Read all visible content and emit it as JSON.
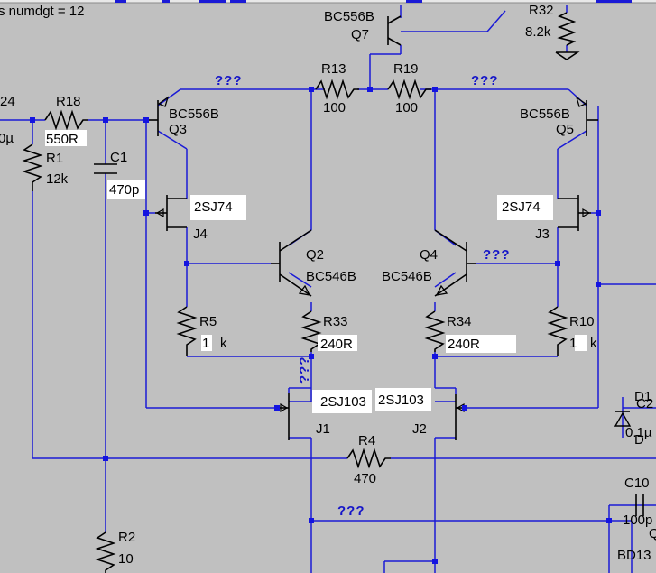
{
  "header": {
    "fragment": "s numdgt = 12"
  },
  "labels": {
    "q7_model": "BC556B",
    "q7_name": "Q7",
    "r32_name": "R32",
    "r32_value": "8.2k",
    "r13_name": "R13",
    "r13_value": "100",
    "r19_name": "R19",
    "r19_value": "100",
    "net_question": "???",
    "left_net_fragment": "24",
    "left_value_fragment": "0µ",
    "r18_name": "R18",
    "r18_value": "550R",
    "q3_model": "BC556B",
    "q3_name": "Q3",
    "q5_model": "BC556B",
    "q5_name": "Q5",
    "c1_name": "C1",
    "c1_value": "470p",
    "r1_name": "R1",
    "r1_value": "12k",
    "j4_model": "2SJ74",
    "j4_name": "J4",
    "j3_model": "2SJ74",
    "j3_name": "J3",
    "q2_name": "Q2",
    "q2_model": "BC546B",
    "q4_name": "Q4",
    "q4_model": "BC546B",
    "r5_name": "R5",
    "r5_value_a": "1",
    "r5_value_b": "k",
    "r10_name": "R10",
    "r10_value_a": "1",
    "r10_value_b": "k",
    "r33_name": "R33",
    "r33_value": "240R",
    "r34_name": "R34",
    "r34_value": "240R",
    "j1_model": "2SJ103",
    "j1_name": "J1",
    "j2_model": "2SJ103",
    "j2_name": "J2",
    "r4_name": "R4",
    "r4_value": "470",
    "r2_name": "R2",
    "r2_value": "10",
    "d1_name": "D1",
    "c2_name": "C2",
    "c2_value": "0.1µ",
    "d_fragment": "D",
    "c10_name": "C10",
    "c10_value": "100p",
    "q_fragment": "Q",
    "bd_fragment": "BD13"
  }
}
